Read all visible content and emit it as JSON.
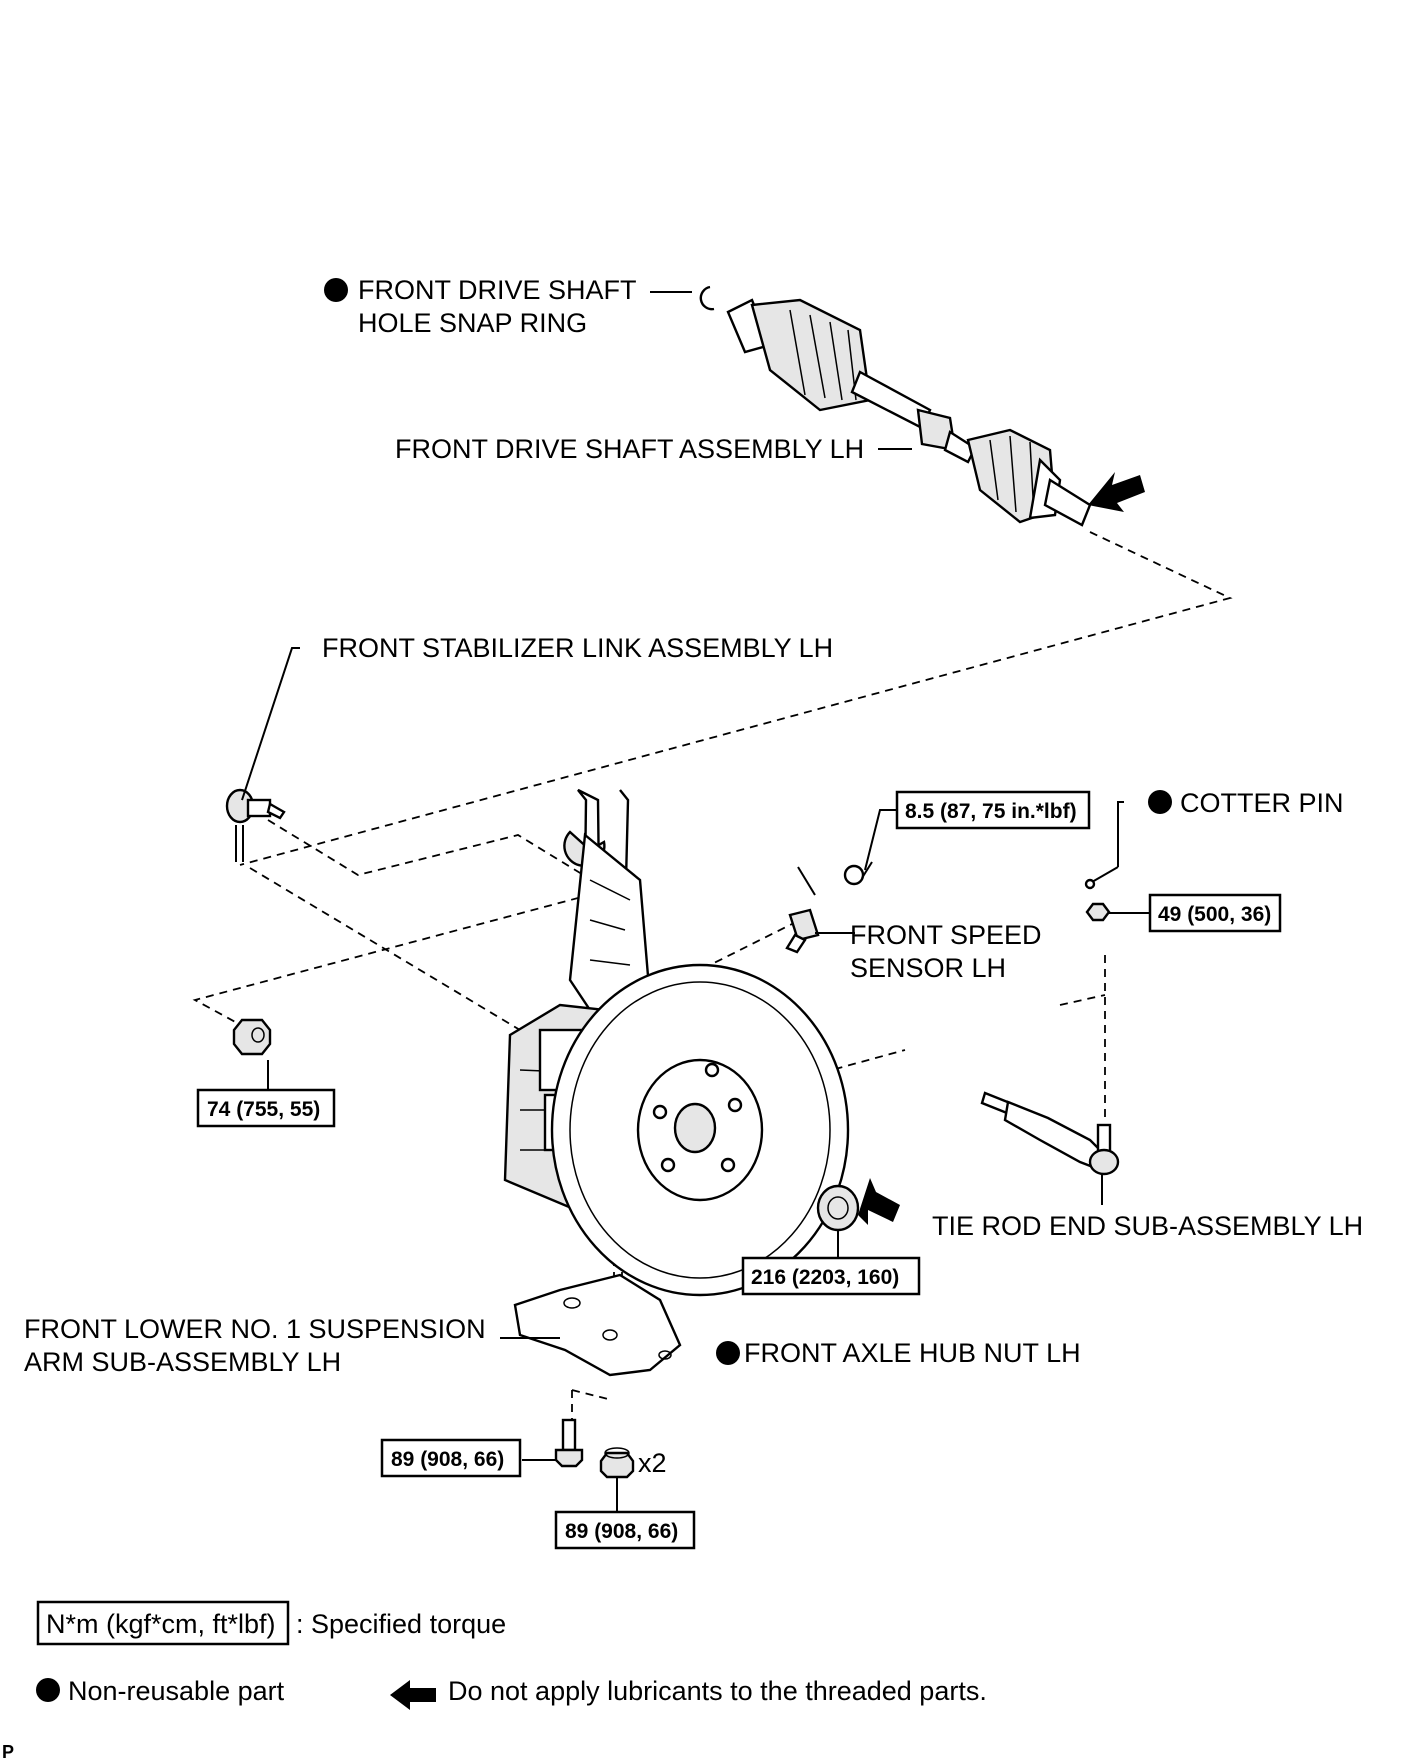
{
  "labels": {
    "snap_ring_1": "FRONT DRIVE SHAFT",
    "snap_ring_2": "HOLE SNAP RING",
    "drive_shaft": "FRONT DRIVE SHAFT ASSEMBLY LH",
    "stabilizer_link": "FRONT STABILIZER LINK ASSEMBLY LH",
    "cotter_pin": "COTTER PIN",
    "speed_sensor_1": "FRONT SPEED",
    "speed_sensor_2": "SENSOR LH",
    "tie_rod_end": "TIE ROD END SUB-ASSEMBLY LH",
    "lower_arm_1": "FRONT LOWER NO. 1 SUSPENSION",
    "lower_arm_2": "ARM SUB-ASSEMBLY LH",
    "axle_hub_nut": "FRONT AXLE HUB NUT LH",
    "x2": "x2",
    "corner": "P"
  },
  "torques": {
    "speed_sensor_bolt": "8.5 (87, 75 in.*lbf)",
    "tie_rod_nut": "49 (500, 36)",
    "stabilizer_nut": "74 (755, 55)",
    "hub_nut": "216 (2203, 160)",
    "arm_bolt": "89 (908, 66)",
    "arm_nut": "89 (908, 66)"
  },
  "legend": {
    "unit_box": "N*m (kgf*cm, ft*lbf)",
    "unit_desc": ": Specified torque",
    "non_reusable": "Non-reusable part",
    "no_lube": "Do not apply lubricants to the threaded parts."
  }
}
